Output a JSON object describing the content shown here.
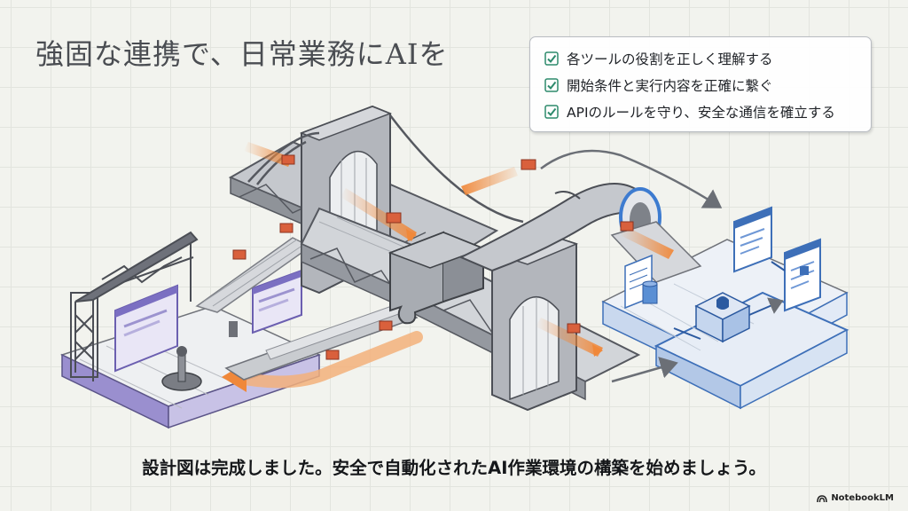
{
  "title": "強固な連携で、日常業務にAIを",
  "checklist": {
    "items": [
      "各ツールの役割を正しく理解する",
      "開始条件と実行内容を正確に繋ぐ",
      "APIのルールを守り、安全な通信を確立する"
    ],
    "check_icon": "checkmark-icon"
  },
  "caption": "設計図は完成しました。安全で自動化されたAI作業環境の構築を始めましょう。",
  "brand": {
    "label": "NotebookLM",
    "icon": "notebooklm-logo-icon"
  },
  "colors": {
    "background": "#f2f3ee",
    "purple_platform": "#8a7fc0",
    "blue_platform": "#5a8fd4",
    "flow_orange": "#f0883a",
    "packet_red": "#d9603c",
    "steel_gray": "#9ea2a8"
  }
}
